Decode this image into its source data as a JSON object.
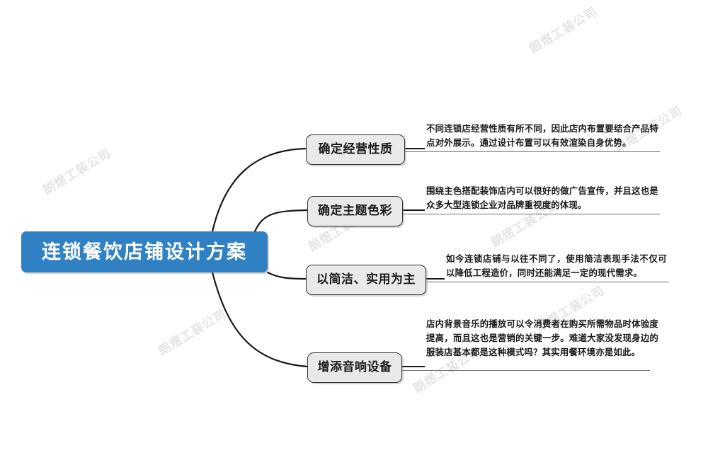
{
  "diagram": {
    "type": "mind-map",
    "title": "连锁餐饮店铺设计方案",
    "root": {
      "label": "连锁餐饮店铺设计方案",
      "fill_color": "#3081c4",
      "text_color": "#ffffff"
    },
    "node_fill_color": "#e9e9e9",
    "node_border_color": "#333333",
    "connector_color": "#1a1a1a",
    "rule_color": "#6e6e6e",
    "branches": [
      {
        "label": "确定经营性质",
        "detail": "不同连锁店经营性质有所不同，因此店内布置要结合产品特点对外展示。通过设计布置可以有效渲染自身优势。"
      },
      {
        "label": "确定主题色彩",
        "detail": "围绕主色搭配装饰店内可以很好的做广告宣传，并且这也是众多大型连锁企业对品牌重视度的体现。"
      },
      {
        "label": "以简洁、实用为主",
        "detail": "如今连锁店铺与以往不同了，使用简洁表现手法不仅可以降低工程造价，同时还能满足一定的现代需求。"
      },
      {
        "label": "增添音响设备",
        "detail": "店内背景音乐的播放可以令消费者在购买所需物品时体验度提高，而且这也是营销的关键一步。难道大家没发现身边的服装店基本都是这种模式吗？其实用餐环境亦是如此。"
      }
    ]
  },
  "watermark": {
    "text": "朗煜工装公司",
    "color": "#e4e4e4"
  }
}
